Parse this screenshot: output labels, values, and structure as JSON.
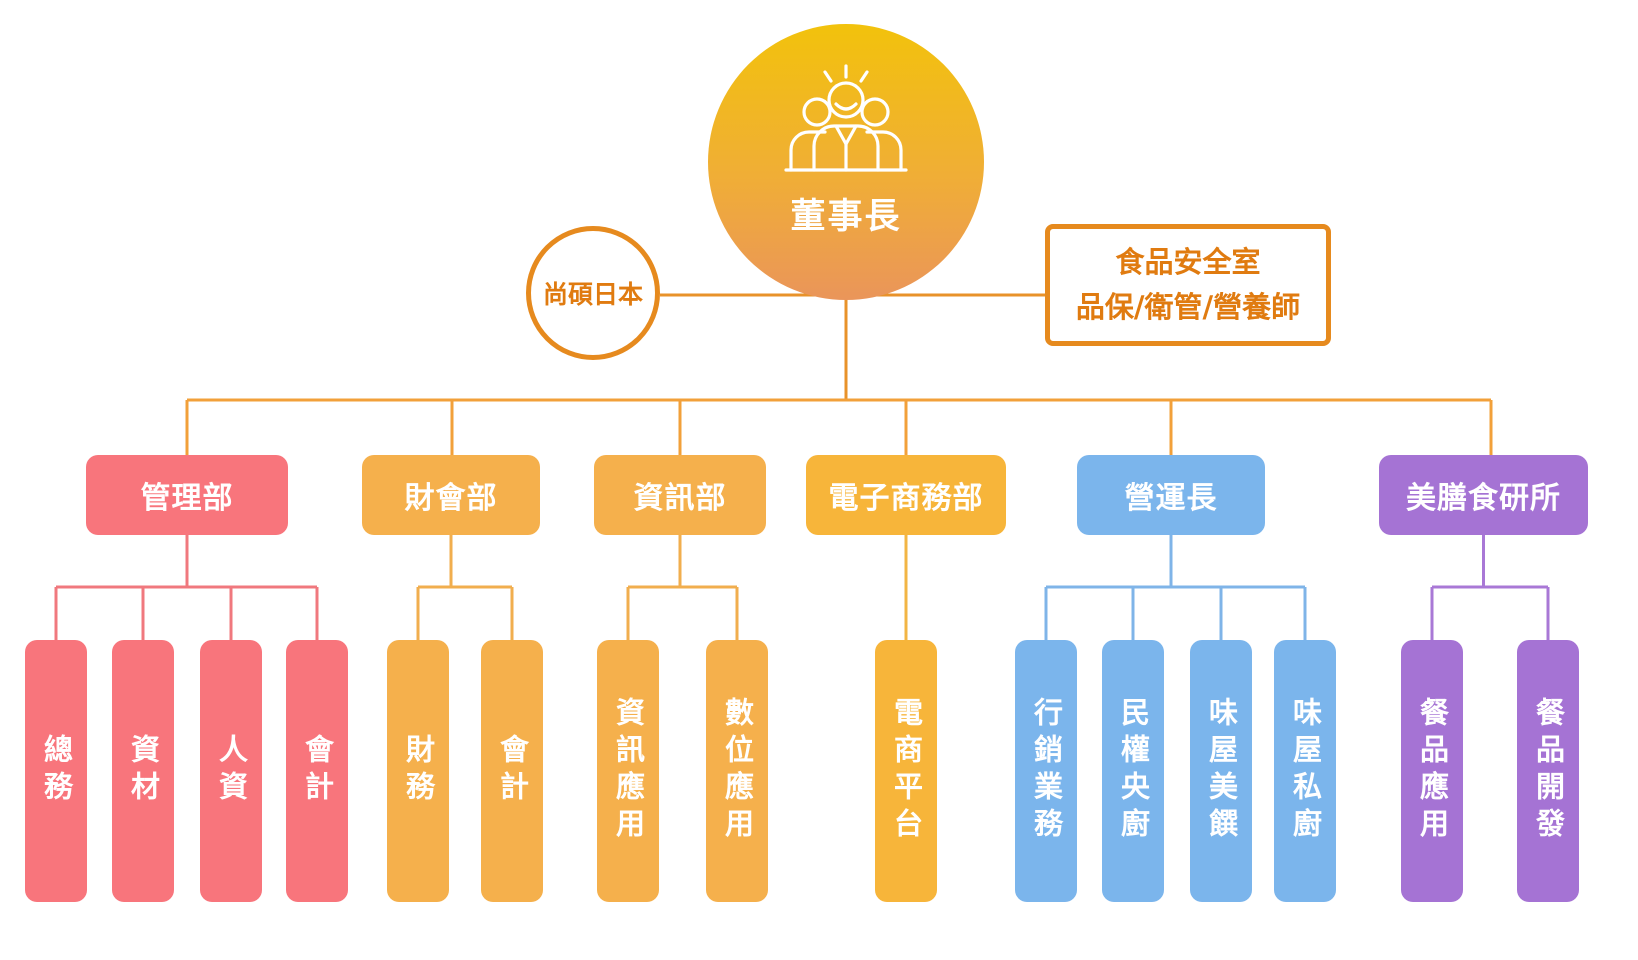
{
  "colors": {
    "connector": "#f2a03a",
    "red": "#f8757c",
    "orange": "#f5b04c",
    "yellow": "#f7b53a",
    "blue": "#7bb5ec",
    "purple": "#a573d4"
  },
  "chairman": {
    "label": "董事長",
    "icon": "team-icon"
  },
  "japan": {
    "label": "尚碩日本"
  },
  "food_safety": {
    "line1": "食品安全室",
    "line2": "品保/衛管/營養師"
  },
  "departments": [
    {
      "label": "管理部",
      "color": "red",
      "children": [
        "總務",
        "資材",
        "人資",
        "會計"
      ]
    },
    {
      "label": "財會部",
      "color": "orange",
      "children": [
        "財務",
        "會計"
      ]
    },
    {
      "label": "資訊部",
      "color": "orange",
      "children": [
        "資訊應用",
        "數位應用"
      ]
    },
    {
      "label": "電子商務部",
      "color": "yellow",
      "children": [
        "電商平台"
      ]
    },
    {
      "label": "營運長",
      "color": "blue",
      "children": [
        "行銷業務",
        "民權央廚",
        "味屋美饌",
        "味屋私廚"
      ]
    },
    {
      "label": "美膳食研所",
      "color": "purple",
      "children": [
        "餐品應用",
        "餐品開發"
      ]
    }
  ]
}
